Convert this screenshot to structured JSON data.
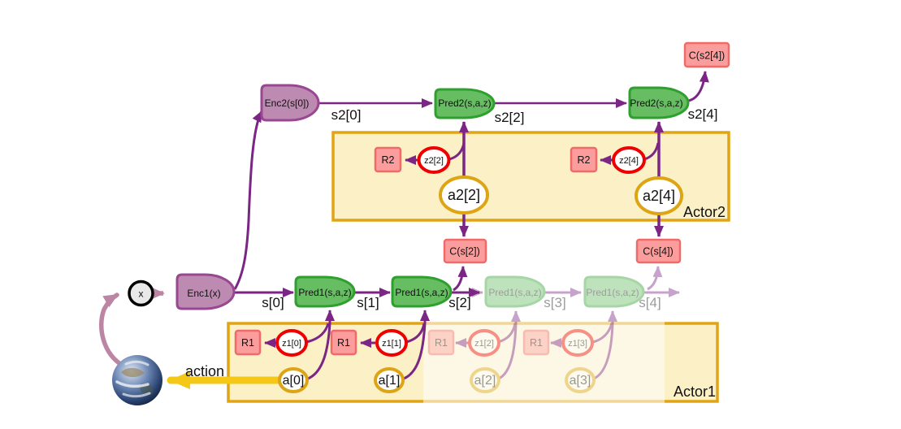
{
  "world": {
    "x": "x",
    "action": "action"
  },
  "enc": {
    "enc1": "Enc1(x)",
    "enc2": "Enc2(s[0])"
  },
  "l1": {
    "pred": [
      "Pred1(s,a,z)",
      "Pred1(s,a,z)",
      "Pred1(s,a,z)",
      "Pred1(s,a,z)"
    ],
    "s": [
      "s[0]",
      "s[1]",
      "s[2]",
      "s[3]",
      "s[4]"
    ],
    "c": [
      "C(s[2])",
      "C(s[4])"
    ]
  },
  "l2": {
    "pred": [
      "Pred2(s,a,z)",
      "Pred2(s,a,z)"
    ],
    "s": [
      "s2[0]",
      "s2[2]",
      "s2[4]"
    ],
    "c": "C(s2[4])"
  },
  "actor1": {
    "title": "Actor1",
    "r": [
      "R1",
      "R1",
      "R1",
      "R1"
    ],
    "z": [
      "z1[0]",
      "z1[1]",
      "z1[2]",
      "z1[3]"
    ],
    "a": [
      "a[0]",
      "a[1]",
      "a[2]",
      "a[3]"
    ]
  },
  "actor2": {
    "title": "Actor2",
    "r": [
      "R2",
      "R2"
    ],
    "z": [
      "z2[2]",
      "z2[4]"
    ],
    "a": [
      "a2[2]",
      "a2[4]"
    ]
  },
  "colors": {
    "purple": "#7b2584",
    "mauve_arrow": "#bb85a3",
    "mauve_fill": "#bd8ab2",
    "mauve_stroke": "#9a4791",
    "green_fill": "#67bd62",
    "green_stroke": "#2da02d",
    "pink_fill": "#fb9d9d",
    "pink_stroke": "#f06a6a",
    "box_yellow": "#fbf0c6",
    "box_orange": "#e0a415",
    "red": "#ee0000",
    "orange": "#dda414",
    "action_yellow": "#f5c716"
  }
}
